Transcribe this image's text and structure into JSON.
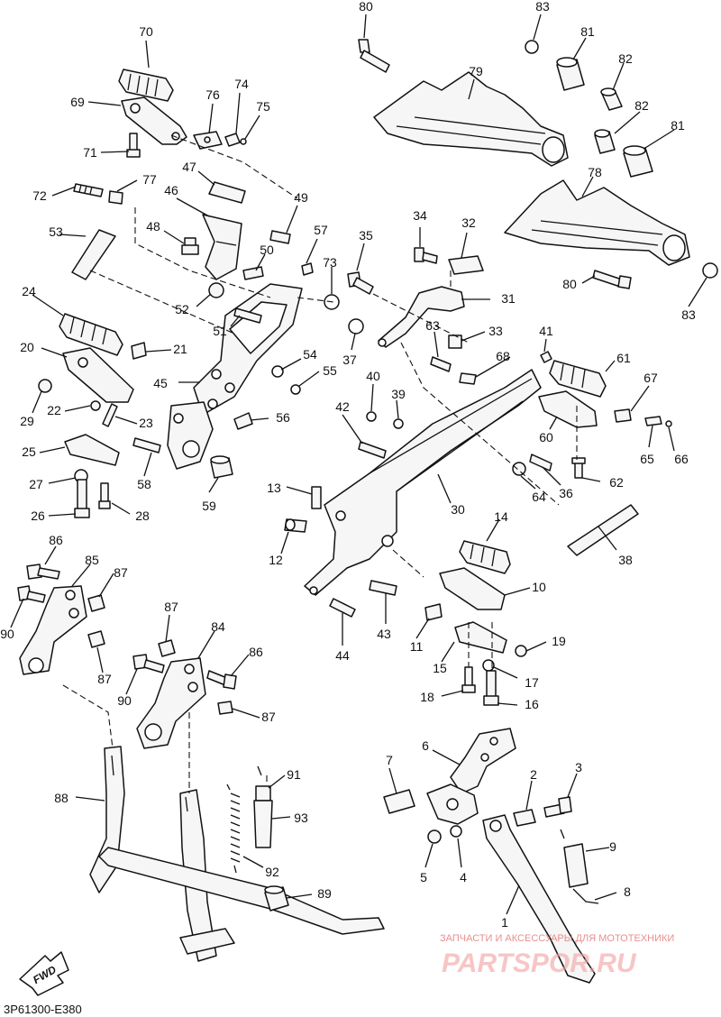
{
  "diagram": {
    "code": "3P61300-E380",
    "fwd_label": "FWD",
    "watermark_small": "ЗАПЧАСТИ И АКСЕССУАРЫ ДЛЯ МОТОТЕХНИКИ",
    "watermark_logo": "PARTSPOR.RU",
    "callouts": [
      {
        "n": "70"
      },
      {
        "n": "69"
      },
      {
        "n": "76"
      },
      {
        "n": "74"
      },
      {
        "n": "75"
      },
      {
        "n": "71"
      },
      {
        "n": "72"
      },
      {
        "n": "77"
      },
      {
        "n": "47"
      },
      {
        "n": "46"
      },
      {
        "n": "49"
      },
      {
        "n": "48"
      },
      {
        "n": "53"
      },
      {
        "n": "50"
      },
      {
        "n": "57"
      },
      {
        "n": "73"
      },
      {
        "n": "24"
      },
      {
        "n": "52"
      },
      {
        "n": "51"
      },
      {
        "n": "20"
      },
      {
        "n": "21"
      },
      {
        "n": "54"
      },
      {
        "n": "45"
      },
      {
        "n": "55"
      },
      {
        "n": "29"
      },
      {
        "n": "22"
      },
      {
        "n": "23"
      },
      {
        "n": "56"
      },
      {
        "n": "25"
      },
      {
        "n": "58"
      },
      {
        "n": "27"
      },
      {
        "n": "59"
      },
      {
        "n": "26"
      },
      {
        "n": "28"
      },
      {
        "n": "80"
      },
      {
        "n": "83"
      },
      {
        "n": "81"
      },
      {
        "n": "79"
      },
      {
        "n": "82"
      },
      {
        "n": "82"
      },
      {
        "n": "81"
      },
      {
        "n": "78"
      },
      {
        "n": "34"
      },
      {
        "n": "32"
      },
      {
        "n": "35"
      },
      {
        "n": "80"
      },
      {
        "n": "83"
      },
      {
        "n": "31"
      },
      {
        "n": "63"
      },
      {
        "n": "33"
      },
      {
        "n": "41"
      },
      {
        "n": "37"
      },
      {
        "n": "68"
      },
      {
        "n": "61"
      },
      {
        "n": "40"
      },
      {
        "n": "39"
      },
      {
        "n": "67"
      },
      {
        "n": "42"
      },
      {
        "n": "60"
      },
      {
        "n": "65"
      },
      {
        "n": "66"
      },
      {
        "n": "62"
      },
      {
        "n": "64"
      },
      {
        "n": "36"
      },
      {
        "n": "30"
      },
      {
        "n": "13"
      },
      {
        "n": "14"
      },
      {
        "n": "38"
      },
      {
        "n": "12"
      },
      {
        "n": "10"
      },
      {
        "n": "43"
      },
      {
        "n": "44"
      },
      {
        "n": "11"
      },
      {
        "n": "19"
      },
      {
        "n": "15"
      },
      {
        "n": "17"
      },
      {
        "n": "18"
      },
      {
        "n": "16"
      },
      {
        "n": "86"
      },
      {
        "n": "85"
      },
      {
        "n": "87"
      },
      {
        "n": "90"
      },
      {
        "n": "87"
      },
      {
        "n": "87"
      },
      {
        "n": "84"
      },
      {
        "n": "86"
      },
      {
        "n": "90"
      },
      {
        "n": "87"
      },
      {
        "n": "7"
      },
      {
        "n": "6"
      },
      {
        "n": "2"
      },
      {
        "n": "3"
      },
      {
        "n": "91"
      },
      {
        "n": "88"
      },
      {
        "n": "93"
      },
      {
        "n": "9"
      },
      {
        "n": "5"
      },
      {
        "n": "4"
      },
      {
        "n": "92"
      },
      {
        "n": "8"
      },
      {
        "n": "89"
      },
      {
        "n": "1"
      }
    ]
  }
}
